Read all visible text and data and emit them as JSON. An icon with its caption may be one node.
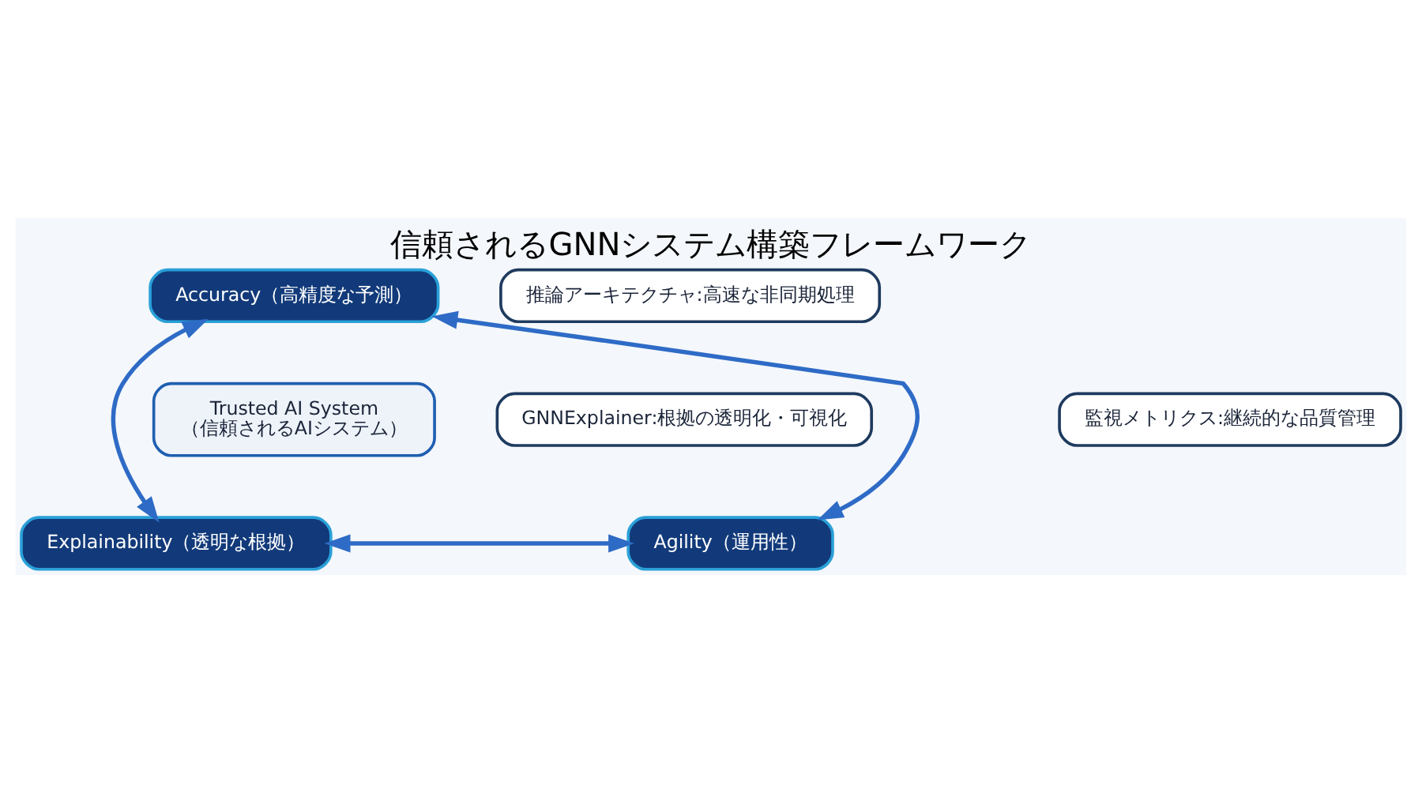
{
  "diagram": {
    "title": "信頼されるGNNシステム構築フレームワーク",
    "nodes": [
      {
        "text": [
          "Accuracy（高精度な予測）"
        ]
      },
      {
        "text": [
          "Trusted AI System",
          "（信頼されるAIシステム）"
        ]
      },
      {
        "text": [
          "Explainability（透明な根拠）"
        ]
      },
      {
        "text": [
          "Agility（運用性）"
        ]
      },
      {
        "text": [
          "推論アーキテクチャ:高速な非同期処理"
        ]
      },
      {
        "text": [
          "GNNExplainer:根拠の透明化・可視化"
        ]
      },
      {
        "text": [
          "監視メトリクス:継続的な品質管理"
        ]
      }
    ],
    "edges": [
      {
        "from": 0,
        "to": 2,
        "arrow": "both"
      },
      {
        "from": 0,
        "to": 3,
        "arrow": "both"
      },
      {
        "from": 2,
        "to": 3,
        "arrow": "both"
      }
    ]
  }
}
